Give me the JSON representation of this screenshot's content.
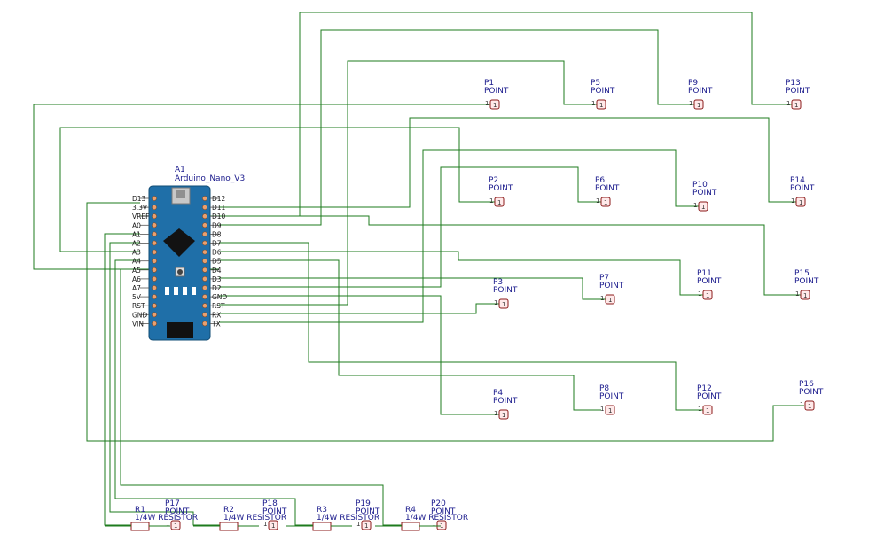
{
  "board": {
    "ref": "A1",
    "name": "Arduino_Nano_V3",
    "left_pins": [
      "D13",
      "3.3V",
      "VREF",
      "A0",
      "A1",
      "A2",
      "A3",
      "A4",
      "A5",
      "A6",
      "A7",
      "5V",
      "RST",
      "GND",
      "VIN"
    ],
    "right_pins": [
      "D12",
      "D11",
      "D10",
      "D9",
      "D8",
      "D7",
      "D6",
      "D5",
      "D4",
      "D3",
      "D2",
      "GND",
      "RST",
      "RX",
      "TX"
    ],
    "colors": {
      "pcb": "#1f6fa8",
      "chip": "#121212",
      "header": "#e8a070"
    }
  },
  "points": [
    {
      "ref": "P1",
      "label": "POINT",
      "pin": "1"
    },
    {
      "ref": "P2",
      "label": "POINT",
      "pin": "1"
    },
    {
      "ref": "P3",
      "label": "POINT",
      "pin": "1"
    },
    {
      "ref": "P4",
      "label": "POINT",
      "pin": "1"
    },
    {
      "ref": "P5",
      "label": "POINT",
      "pin": "1"
    },
    {
      "ref": "P6",
      "label": "POINT",
      "pin": "1"
    },
    {
      "ref": "P7",
      "label": "POINT",
      "pin": "1"
    },
    {
      "ref": "P8",
      "label": "POINT",
      "pin": "1"
    },
    {
      "ref": "P9",
      "label": "POINT",
      "pin": "1"
    },
    {
      "ref": "P10",
      "label": "POINT",
      "pin": "1"
    },
    {
      "ref": "P11",
      "label": "POINT",
      "pin": "1"
    },
    {
      "ref": "P12",
      "label": "POINT",
      "pin": "1"
    },
    {
      "ref": "P13",
      "label": "POINT",
      "pin": "1"
    },
    {
      "ref": "P14",
      "label": "POINT",
      "pin": "1"
    },
    {
      "ref": "P15",
      "label": "POINT",
      "pin": "1"
    },
    {
      "ref": "P16",
      "label": "POINT",
      "pin": "1"
    },
    {
      "ref": "P17",
      "label": "POINT",
      "pin": "1"
    },
    {
      "ref": "P18",
      "label": "POINT",
      "pin": "1"
    },
    {
      "ref": "P19",
      "label": "POINT",
      "pin": "1"
    },
    {
      "ref": "P20",
      "label": "POINT",
      "pin": "1"
    }
  ],
  "resistors": [
    {
      "ref": "R1",
      "value": "1/4W RESISTOR"
    },
    {
      "ref": "R2",
      "value": "1/4W RESISTOR"
    },
    {
      "ref": "R3",
      "value": "1/4W RESISTOR"
    },
    {
      "ref": "R4",
      "value": "1/4W RESISTOR"
    }
  ],
  "colors": {
    "wire": "#1e7b1e",
    "label": "#1a1a8c",
    "part": "#8b1a1a"
  }
}
